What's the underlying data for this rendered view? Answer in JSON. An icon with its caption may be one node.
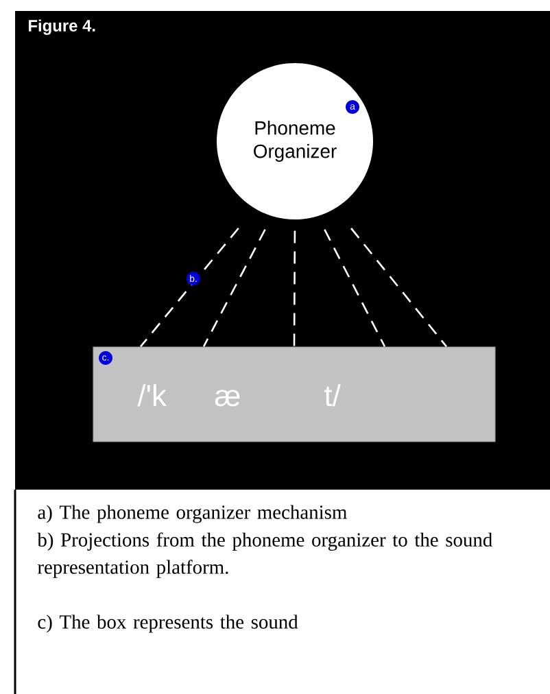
{
  "diagram": {
    "title": "Figure 4.",
    "nodes": [
      {
        "text": [
          "Phoneme Organizer"
        ]
      },
      {
        "text": [
          "/'k",
          "æ",
          "t/"
        ]
      }
    ],
    "edges": [
      {
        "from": 0,
        "to": 1,
        "arrow": "none",
        "style": "dashed"
      },
      {
        "from": 0,
        "to": 1,
        "arrow": "none",
        "style": "dashed"
      },
      {
        "from": 0,
        "to": 1,
        "arrow": "none",
        "style": "dashed"
      },
      {
        "from": 0,
        "to": 1,
        "arrow": "none",
        "style": "dashed"
      },
      {
        "from": 0,
        "to": 1,
        "arrow": "none",
        "style": "dashed"
      }
    ],
    "labels": [
      "a",
      "b.",
      "c.",
      "a) The phoneme organizer mechanism",
      "b) Projections from the phoneme organizer to the sound representation platform.",
      "c) The box represents the sound"
    ]
  }
}
